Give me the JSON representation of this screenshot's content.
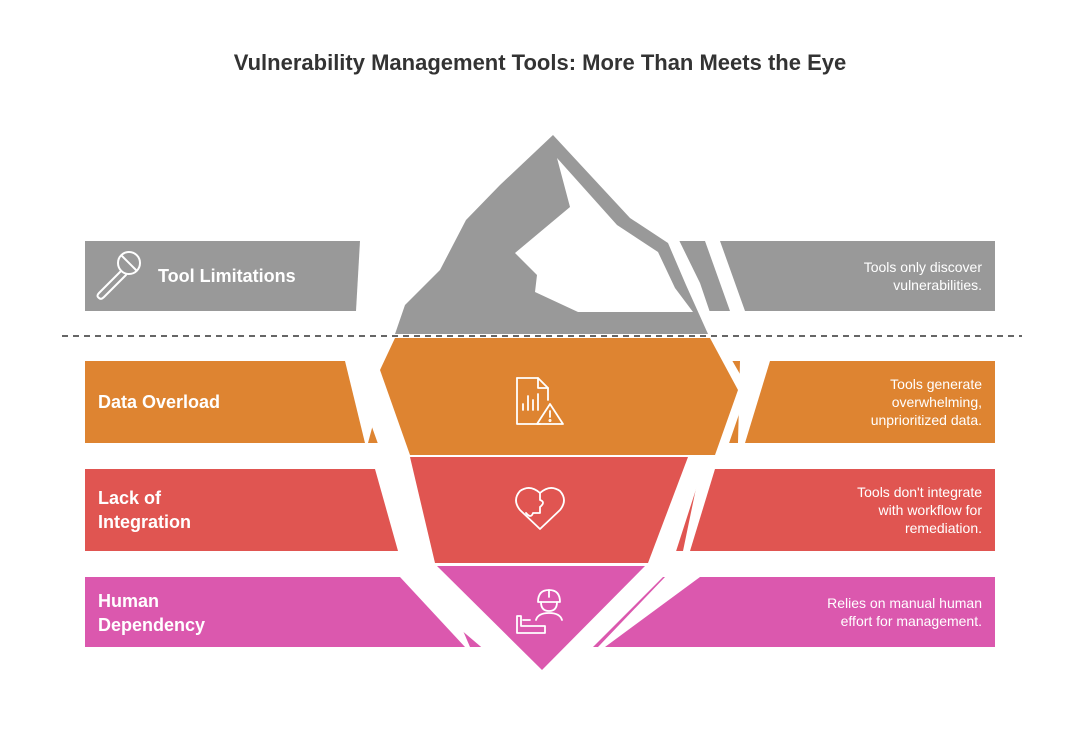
{
  "title": "Vulnerability Management Tools: More Than Meets the Eye",
  "colors": {
    "tip": "#999999",
    "overload": "#DE8431",
    "integration": "#E05551",
    "human": "#DB58AE"
  },
  "layers": [
    {
      "label": [
        "Tool Limitations"
      ],
      "icon": "magnifier-blocked-icon",
      "description": [
        "Tools only discover",
        "vulnerabilities."
      ]
    },
    {
      "label": [
        "Data Overload"
      ],
      "icon": "document-chart-warning-icon",
      "description": [
        "Tools generate",
        "overwhelming,",
        "unprioritized data."
      ]
    },
    {
      "label": [
        "Lack of",
        "Integration"
      ],
      "icon": "heart-puzzle-icon",
      "description": [
        "Tools don't integrate",
        "with workflow for",
        "remediation."
      ]
    },
    {
      "label": [
        "Human",
        "Dependency"
      ],
      "icon": "worker-helmet-icon",
      "description": [
        "Relies on manual human",
        "effort for management."
      ]
    }
  ]
}
